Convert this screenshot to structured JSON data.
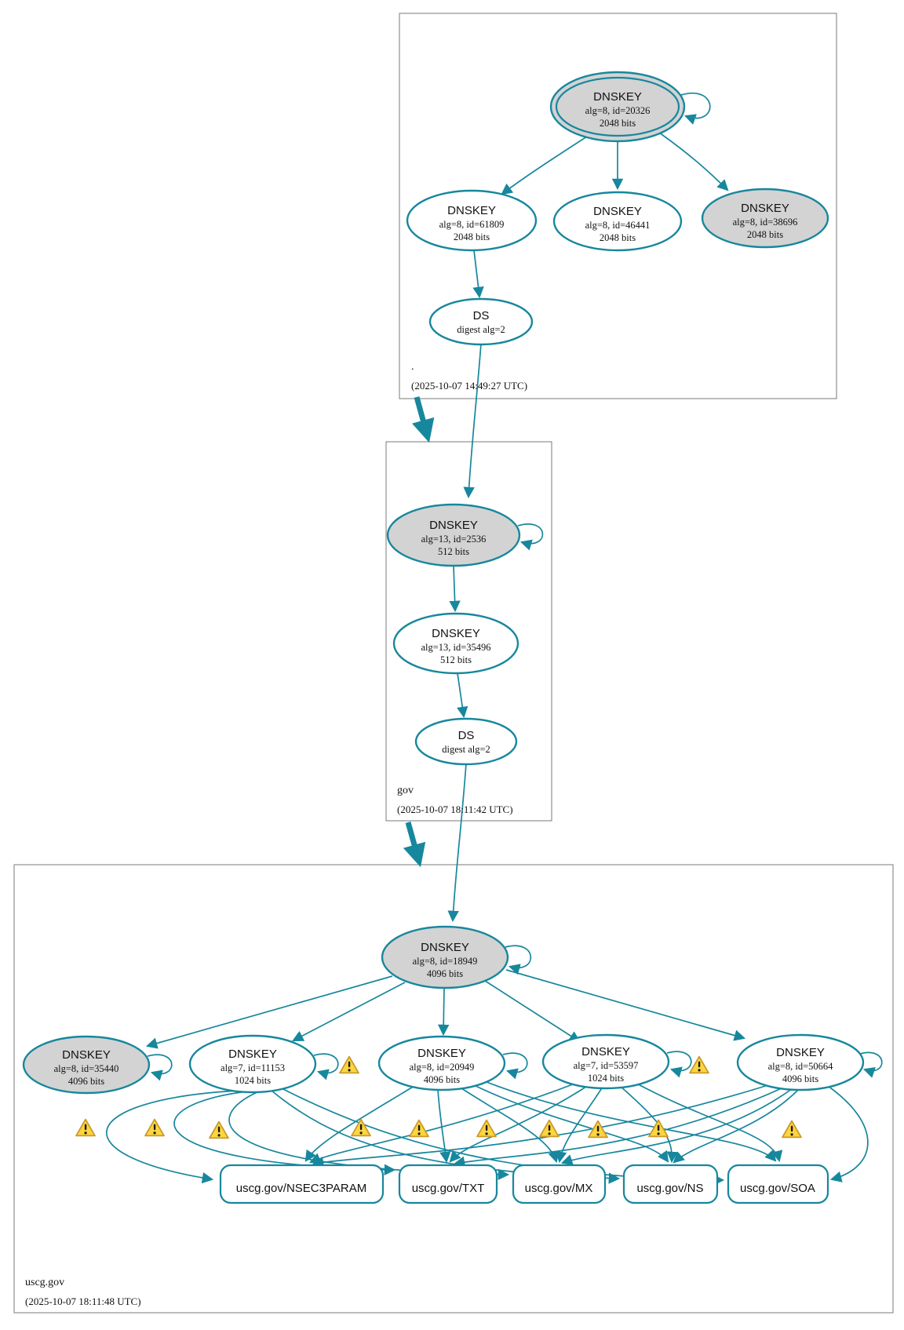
{
  "colors": {
    "accent": "#17879d",
    "key_fill_gray": "#d3d3d3",
    "warning_yellow": "#fcd53f"
  },
  "zones": [
    {
      "label": ".",
      "timestamp": "(2025-10-07 14:49:27 UTC)",
      "ksk": {
        "type": "DNSKEY",
        "detail": "alg=8, id=20326",
        "bits": "2048 bits"
      },
      "keys": [
        {
          "type": "DNSKEY",
          "detail": "alg=8, id=61809",
          "bits": "2048 bits"
        },
        {
          "type": "DNSKEY",
          "detail": "alg=8, id=46441",
          "bits": "2048 bits"
        },
        {
          "type": "DNSKEY",
          "detail": "alg=8, id=38696",
          "bits": "2048 bits"
        }
      ],
      "ds": {
        "type": "DS",
        "detail": "digest alg=2"
      }
    },
    {
      "label": "gov",
      "timestamp": "(2025-10-07 18:11:42 UTC)",
      "ksk": {
        "type": "DNSKEY",
        "detail": "alg=13, id=2536",
        "bits": "512 bits"
      },
      "keys": [
        {
          "type": "DNSKEY",
          "detail": "alg=13, id=35496",
          "bits": "512 bits"
        }
      ],
      "ds": {
        "type": "DS",
        "detail": "digest alg=2"
      }
    },
    {
      "label": "uscg.gov",
      "timestamp": "(2025-10-07 18:11:48 UTC)",
      "ksk": {
        "type": "DNSKEY",
        "detail": "alg=8, id=18949",
        "bits": "4096 bits"
      },
      "keys": [
        {
          "type": "DNSKEY",
          "detail": "alg=8, id=35440",
          "bits": "4096 bits"
        },
        {
          "type": "DNSKEY",
          "detail": "alg=7, id=11153",
          "bits": "1024 bits"
        },
        {
          "type": "DNSKEY",
          "detail": "alg=8, id=20949",
          "bits": "4096 bits"
        },
        {
          "type": "DNSKEY",
          "detail": "alg=7, id=53597",
          "bits": "1024 bits"
        },
        {
          "type": "DNSKEY",
          "detail": "alg=8, id=50664",
          "bits": "4096 bits"
        }
      ],
      "rrsets": [
        {
          "label": "uscg.gov/NSEC3PARAM"
        },
        {
          "label": "uscg.gov/TXT"
        },
        {
          "label": "uscg.gov/MX"
        },
        {
          "label": "uscg.gov/NS"
        },
        {
          "label": "uscg.gov/SOA"
        }
      ]
    }
  ]
}
